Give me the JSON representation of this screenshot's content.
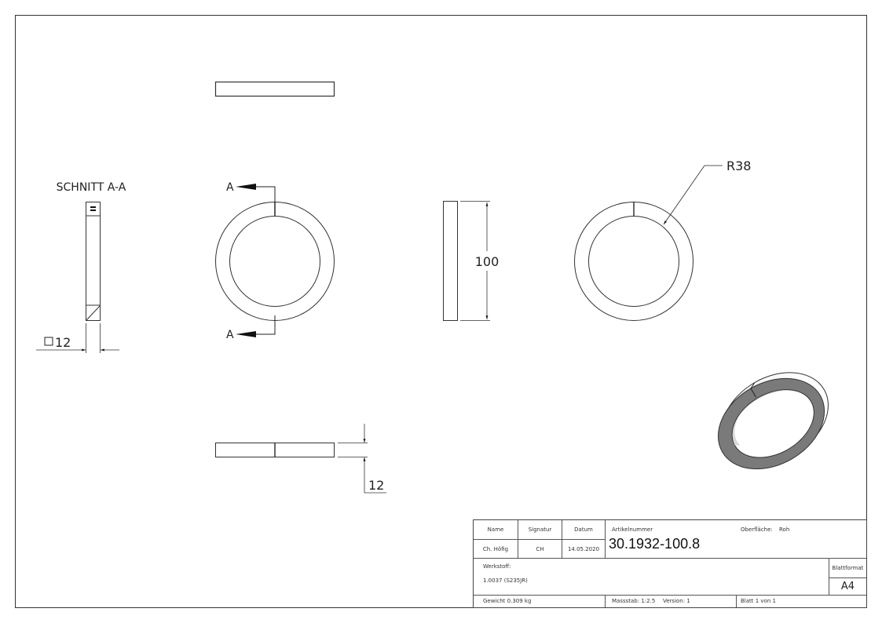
{
  "drawing": {
    "section_label": "SCHNITT A-A",
    "section_marker_top": "A",
    "section_marker_bottom": "A",
    "dim_square": "12",
    "dim_square_symbol": "□",
    "dim_height": "100",
    "dim_radius": "R38",
    "dim_thickness": "12"
  },
  "title_block": {
    "name_header": "Name",
    "signatur_header": "Signatur",
    "datum_header": "Datum",
    "name_value": "Ch. Höfig",
    "signatur_value": "CH",
    "datum_value": "14.05.2020",
    "artikelnummer_label": "Artikelnummer",
    "artikelnummer_value": "30.1932-100.8",
    "oberflaeche_label": "Oberfläche:",
    "oberflaeche_value": "Roh",
    "werkstoff_label": "Werkstoff:",
    "werkstoff_value": "1.0037 (S235JR)",
    "blattformat_label": "Blattformat",
    "blattformat_value": "A4",
    "gewicht": "Gewicht 0.309 kg",
    "massstab": "Massstab: 1:2.5",
    "version": "Version: 1",
    "blatt": "Blatt 1 von 1"
  },
  "colors": {
    "line": "#333333",
    "iso_dark": "#7a7a7a",
    "iso_light": "#f2f2f2"
  }
}
